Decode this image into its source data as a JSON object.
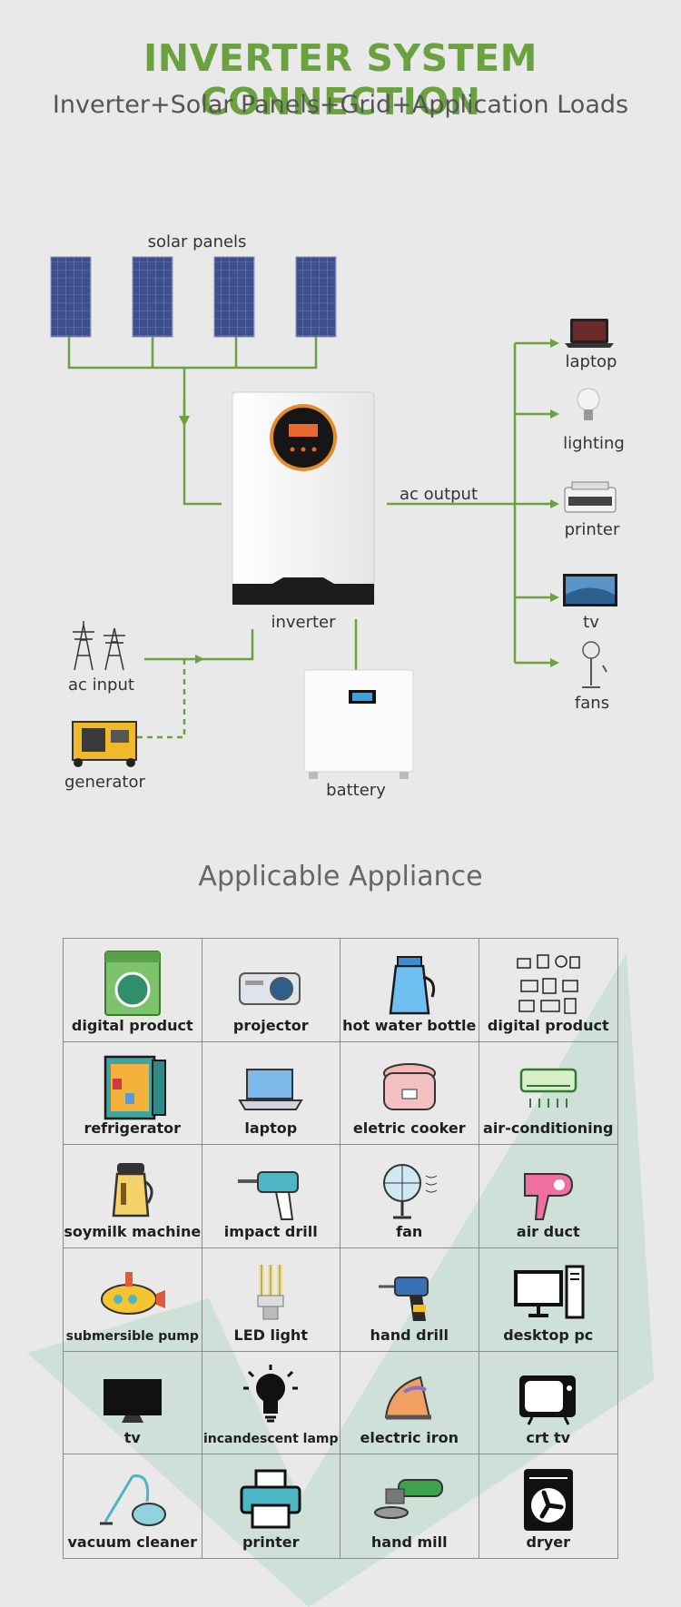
{
  "header": {
    "title": "INVERTER SYSTEM CONNECTION",
    "subtitle": "Inverter+Solar Panels+Grid+Application Loads"
  },
  "diagram": {
    "solar_panels": "solar panels",
    "inverter": "inverter",
    "ac_output": "ac output",
    "ac_input": "ac input",
    "generator": "generator",
    "battery": "battery",
    "loads": [
      "laptop",
      "lighting",
      "printer",
      "tv",
      "fans"
    ]
  },
  "appliances": {
    "title": "Applicable Appliance",
    "items": [
      "digital product",
      "projector",
      "hot water bottle",
      "digital product",
      "refrigerator",
      "laptop",
      "eletric cooker",
      "air-conditioning",
      "soymilk machine",
      "impact drill",
      "fan",
      "air duct",
      "submersible pump",
      "LED light",
      "hand drill",
      "desktop pc",
      "tv",
      "incandescent lamp",
      "electric iron",
      "crt tv",
      "vacuum cleaner",
      "printer",
      "hand mill",
      "dryer"
    ]
  },
  "colors": {
    "accent": "#6aa23f",
    "wire": "#6aa23f",
    "check": "#b9d8cc"
  }
}
